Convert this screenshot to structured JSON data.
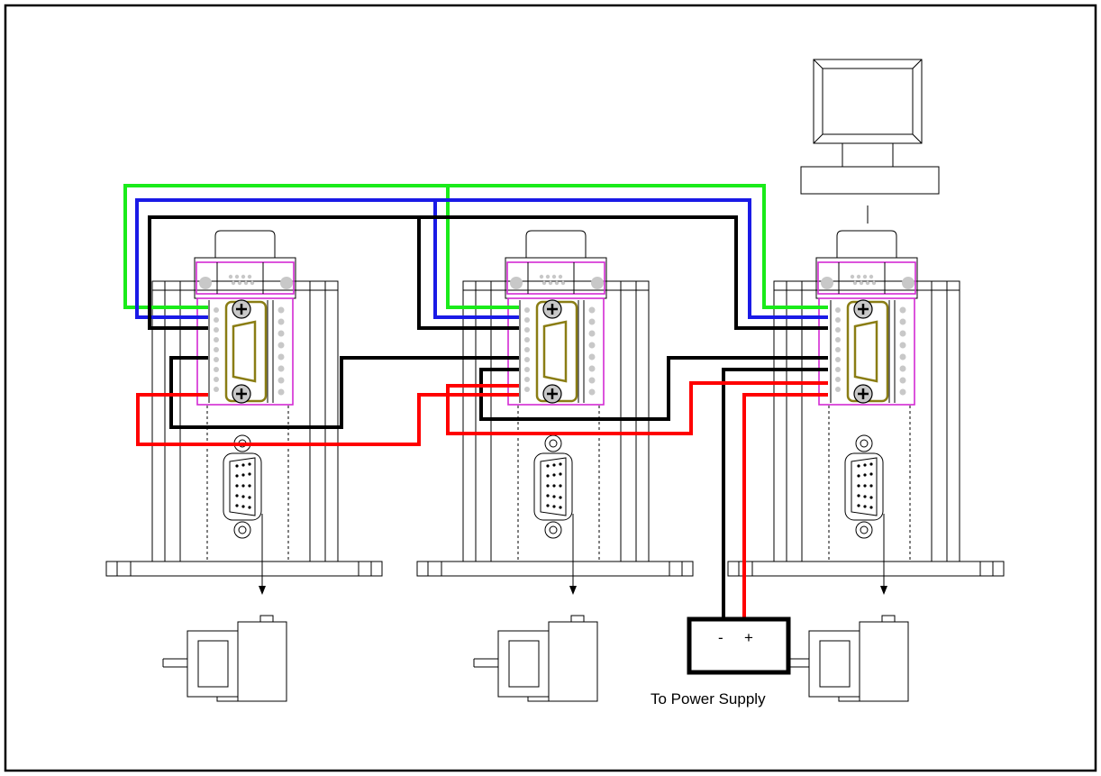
{
  "power_supply": {
    "minus_label": "-",
    "plus_label": "+",
    "caption": "To Power Supply"
  },
  "wire_colors": {
    "green": "#1aeb1a",
    "blue": "#1a1ae6",
    "black": "#000000",
    "red": "#ff0000"
  },
  "units": [
    "drive-1",
    "drive-2",
    "drive-3"
  ],
  "host": "computer-icon"
}
